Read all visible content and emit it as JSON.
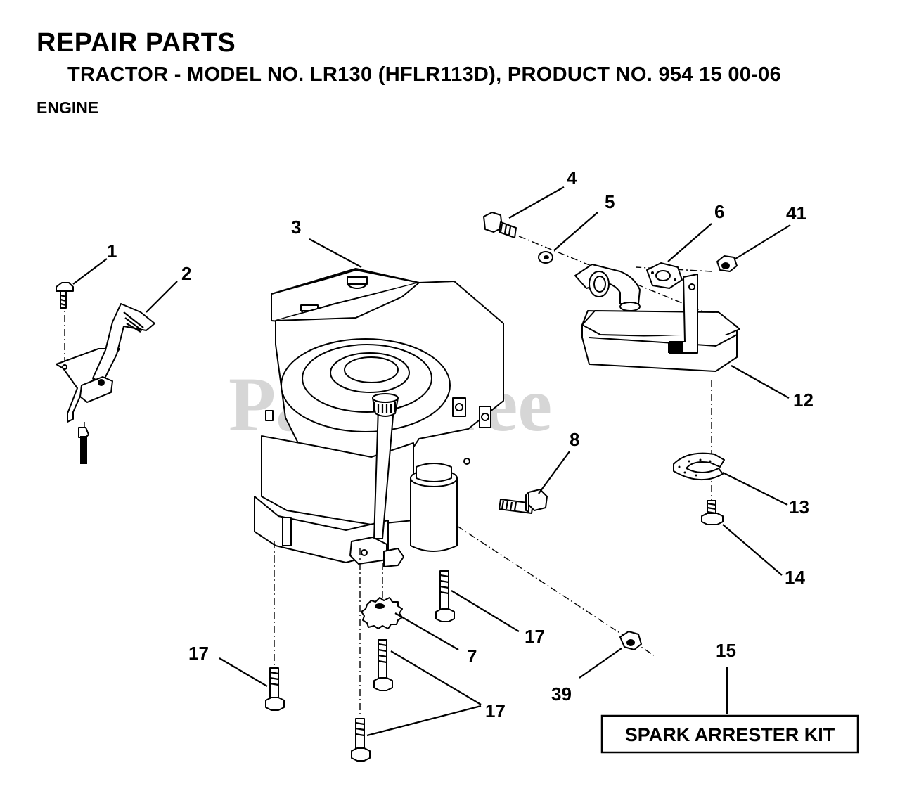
{
  "header": {
    "title": "REPAIR PARTS",
    "subtitle": "TRACTOR - MODEL NO. LR130 (HFLR113D), PRODUCT NO. 954 15 00-06",
    "section": "ENGINE"
  },
  "watermark": "PartsTree",
  "callouts": [
    {
      "id": "1",
      "label": "1"
    },
    {
      "id": "2",
      "label": "2"
    },
    {
      "id": "3",
      "label": "3"
    },
    {
      "id": "4",
      "label": "4"
    },
    {
      "id": "5",
      "label": "5"
    },
    {
      "id": "6",
      "label": "6"
    },
    {
      "id": "41",
      "label": "41"
    },
    {
      "id": "12",
      "label": "12"
    },
    {
      "id": "8",
      "label": "8"
    },
    {
      "id": "13",
      "label": "13"
    },
    {
      "id": "14",
      "label": "14"
    },
    {
      "id": "17a",
      "label": "17"
    },
    {
      "id": "7",
      "label": "7"
    },
    {
      "id": "17b",
      "label": "17"
    },
    {
      "id": "15",
      "label": "15"
    },
    {
      "id": "39",
      "label": "39"
    },
    {
      "id": "17c",
      "label": "17"
    }
  ],
  "kit": {
    "label": "SPARK ARRESTER KIT"
  }
}
